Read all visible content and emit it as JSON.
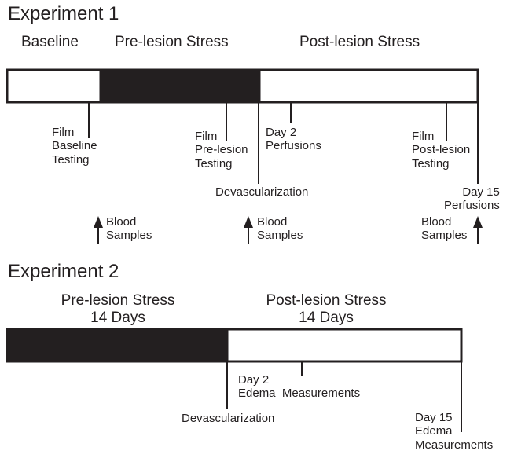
{
  "experiment1": {
    "title": "Experiment 1",
    "phases": [
      "Baseline",
      "Pre-lesion Stress",
      "Post-lesion Stress"
    ],
    "labels": {
      "film_baseline": [
        "Film",
        "Baseline",
        "Testing"
      ],
      "film_prelesion": [
        "Film",
        "Pre-lesion",
        "Testing"
      ],
      "day2": [
        "Day 2",
        "Perfusions"
      ],
      "film_postlesion": [
        "Film",
        "Post-lesion",
        "Testing"
      ],
      "devascularization": "Devascularization",
      "day15": [
        "Day 15",
        "Perfusions"
      ],
      "blood_samples": [
        "Blood",
        "Samples"
      ]
    }
  },
  "experiment2": {
    "title": "Experiment 2",
    "phases": [
      {
        "name": "Pre-lesion Stress",
        "duration": "14 Days"
      },
      {
        "name": "Post-lesion Stress",
        "duration": "14 Days"
      }
    ],
    "labels": {
      "day2": [
        "Day 2",
        "Edema  Measurements"
      ],
      "devascularization": "Devascularization",
      "day15": [
        "Day 15",
        "Edema",
        "Measurements"
      ]
    }
  },
  "colors": {
    "ink": "#231f20",
    "fill": "#231f20",
    "background": "#ffffff"
  }
}
